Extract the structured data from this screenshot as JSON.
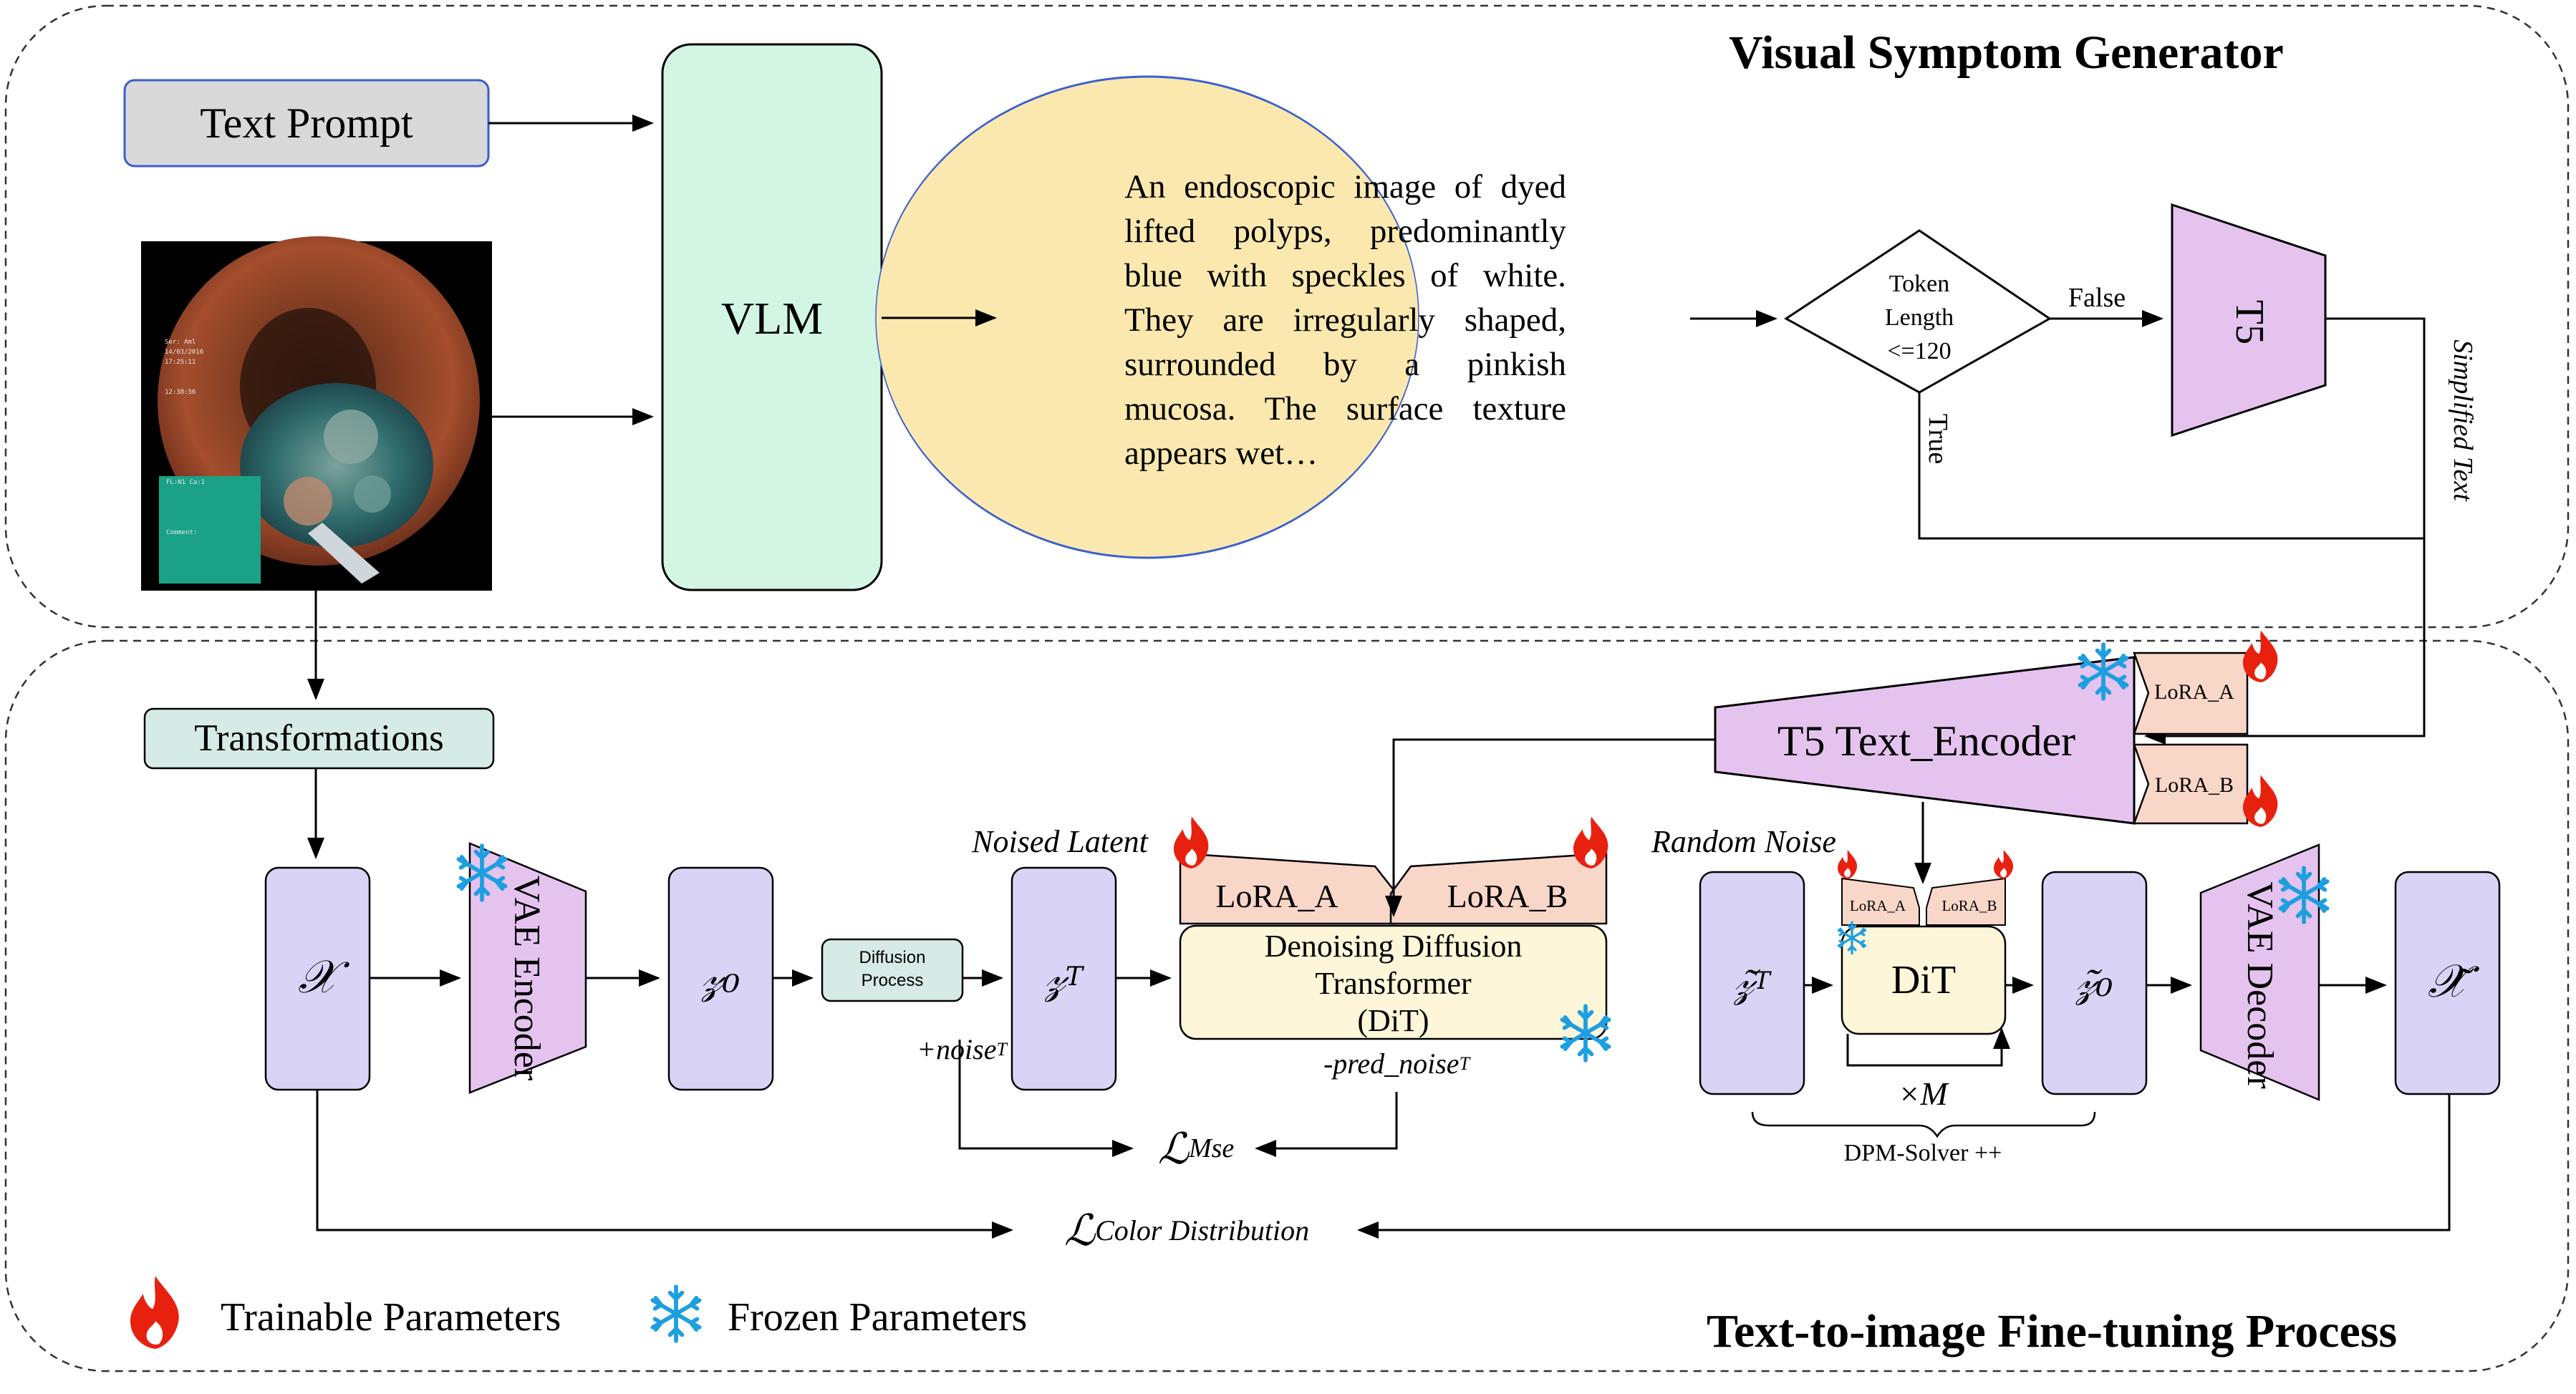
{
  "titles": {
    "top": "Visual Symptom Generator",
    "bottom": "Text-to-image Fine-tuning Process"
  },
  "top": {
    "text_prompt": "Text Prompt",
    "vlm": "VLM",
    "description": "An endoscopic image of dyed lifted polyps, predominantly blue with speckles of white. They are irregularly shaped, surrounded by a pinkish mucosa. The surface texture appears wet…",
    "decision": [
      "Token",
      "Length",
      "<=120"
    ],
    "false_label": "False",
    "true_label": "True",
    "t5": "T5",
    "simplified": "Simplified Text"
  },
  "bottom": {
    "transformations": "Transformations",
    "t5_encoder": "T5 Text_Encoder",
    "lora_a": "LoRA_A",
    "lora_b": "LoRA_B",
    "noised_latent": "Noised Latent",
    "random_noise": "Random Noise",
    "x": "𝒳",
    "vae_encoder": "VAE Encoder",
    "z0": "𝓏₀",
    "diffusion_process": [
      "Diffusion",
      "Process"
    ],
    "zt": "𝓏",
    "zt_sub": "T",
    "dit_full": [
      "Denoising Diffusion",
      "Transformer",
      "(DiT)"
    ],
    "noise_plus": "+noise",
    "noise_plus_sub": "T",
    "pred_noise": "-pred_noise",
    "pred_noise_sub": "T",
    "loss_mse": "ℒ",
    "loss_mse_sub": "Mse",
    "loss_color": "ℒ",
    "loss_color_sub": "Color Distribution",
    "zt_tilde": "𝓏̃",
    "zt_tilde_sub": "T",
    "dit": "DiT",
    "times_m": "×M",
    "solver": "DPM-Solver ++",
    "z0_tilde": "𝓏̃₀",
    "vae_decoder": "VAE Decoder",
    "x_tilde": "𝒳̃"
  },
  "legend": {
    "trainable": "Trainable Parameters",
    "frozen": "Frozen Parameters"
  },
  "image": {
    "overlay_text": [
      "Ser: Aml",
      "14/03/2016",
      "17:25:11",
      "12:38:56",
      "Comment:",
      "FL:N1 Ca:1"
    ]
  },
  "colors": {
    "vlm": "#d3f5e3",
    "ellipse": "#fbe8ae",
    "t5": "#e5c3ef",
    "latent": "#d9d4f6",
    "lora": "#f8d6c8",
    "dit": "#fdf6d8",
    "transform": "#d7ebe6",
    "prompt": "#d9d9d9",
    "prompt_border": "#3a5ed0",
    "flame": "#e8210f",
    "snow": "#1d9fe0"
  }
}
